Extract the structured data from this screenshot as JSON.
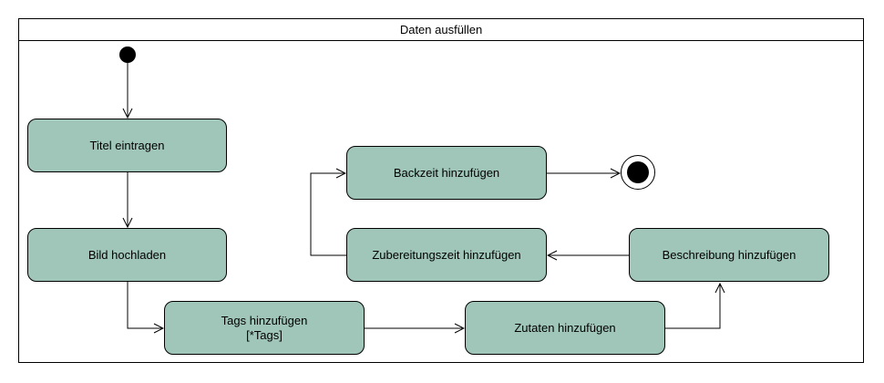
{
  "frame": {
    "title": "Daten ausfüllen"
  },
  "nodes": {
    "titel": "Titel eintragen",
    "bild": "Bild hochladen",
    "tags": "Tags hinzufügen",
    "tags_guard": "[*Tags]",
    "zutaten": "Zutaten hinzufügen",
    "beschreibung": "Beschreibung hinzufügen",
    "zubereitungszeit": "Zubereitungszeit hinzufügen",
    "backzeit": "Backzeit hinzufügen"
  },
  "colors": {
    "node_fill": "#9fc6b9",
    "stroke": "#000000"
  }
}
